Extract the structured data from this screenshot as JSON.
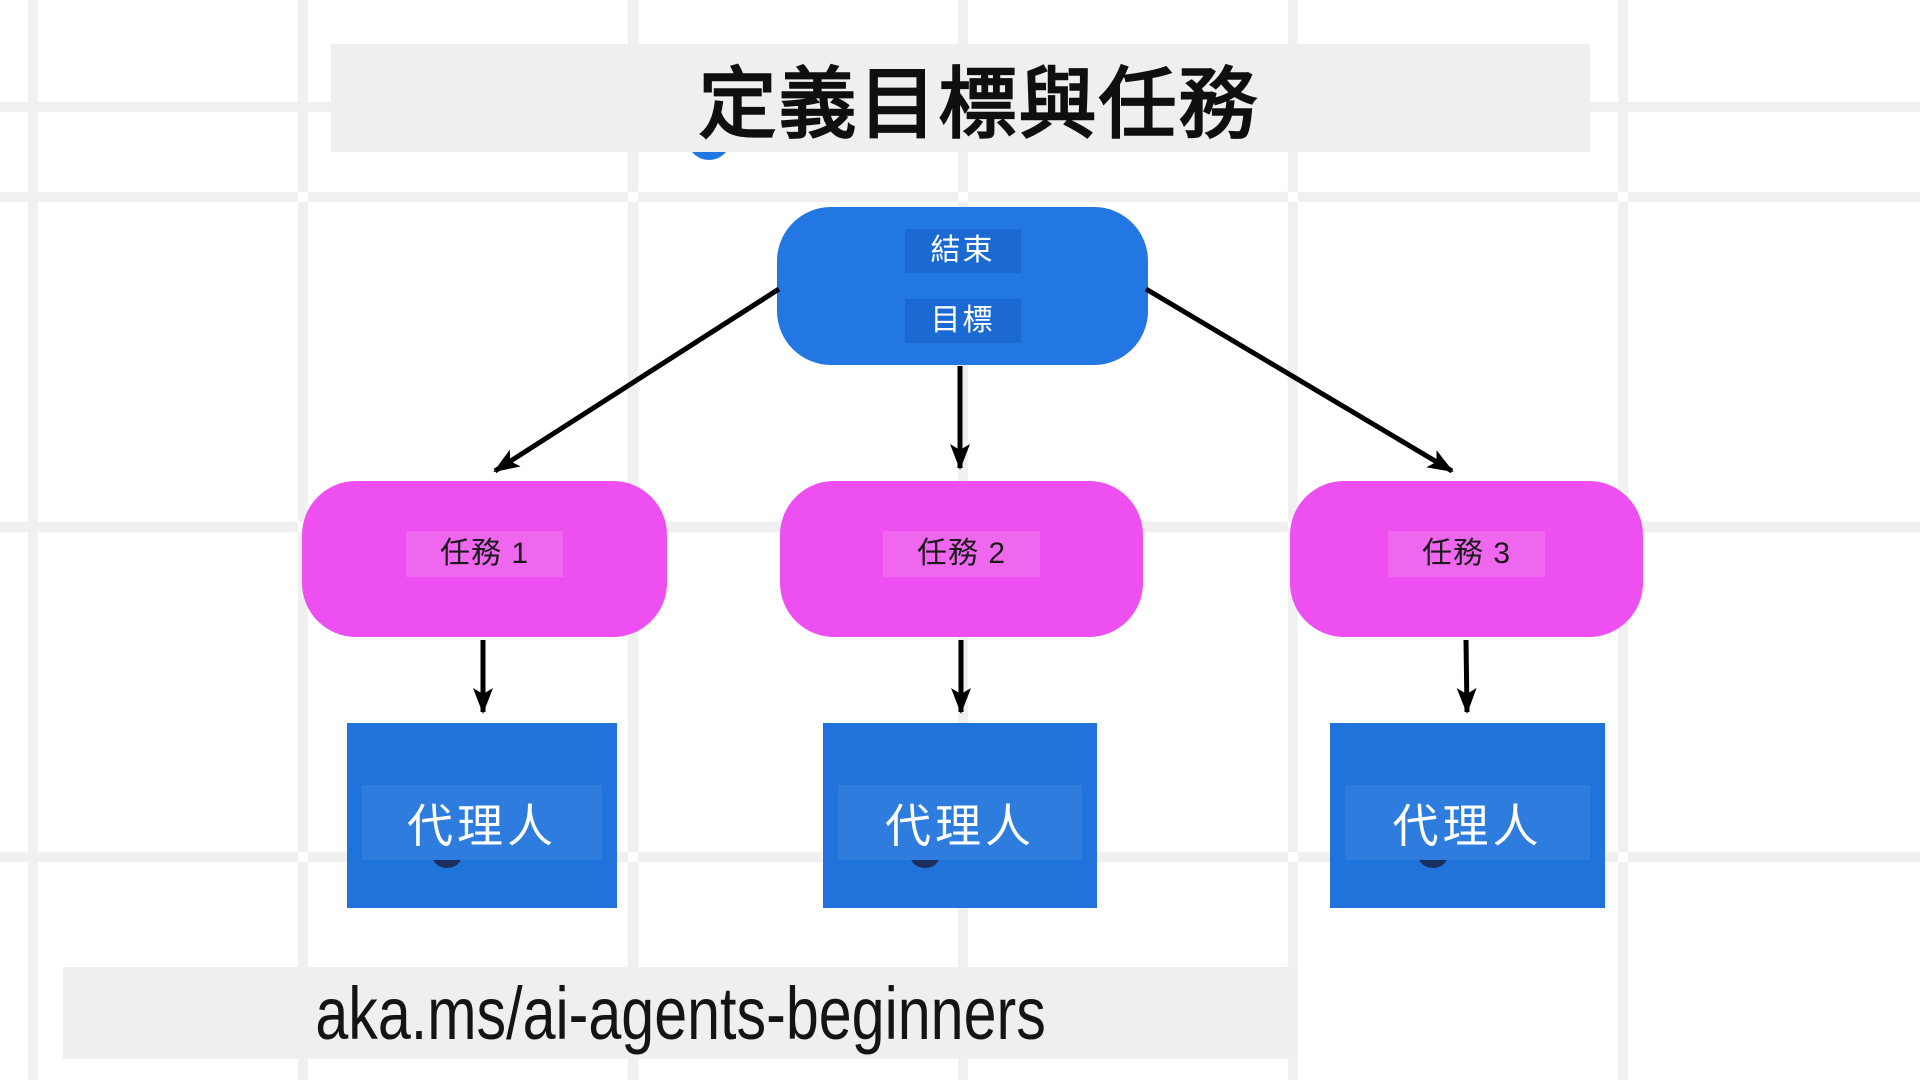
{
  "title": "定義目標與任務",
  "footer_link": "aka.ms/ai-agents-beginners",
  "goal_node": {
    "label_top": "結束",
    "label_bottom": "目標"
  },
  "tasks": [
    {
      "label": "任務 1"
    },
    {
      "label": "任務 2"
    },
    {
      "label": "任務 3"
    }
  ],
  "agents": [
    {
      "label": "代理人"
    },
    {
      "label": "代理人"
    },
    {
      "label": "代理人"
    }
  ],
  "colors": {
    "node-blue": "#2377E3",
    "node-blue-label": "#1B6AD3",
    "task-magenta": "#ED4FF0",
    "task-magenta-label": "#EF66EF",
    "agent-blue": "#2173DC",
    "agent-blue-band": "#2E7CDD",
    "bar-gray": "#EFEFEF",
    "grid-gray": "#F0F0F1",
    "arrow-black": "#000000",
    "ink-dark": "#1B1B1B",
    "icon-navy": "#1A2F5E",
    "text-white": "#FFFFFF"
  }
}
